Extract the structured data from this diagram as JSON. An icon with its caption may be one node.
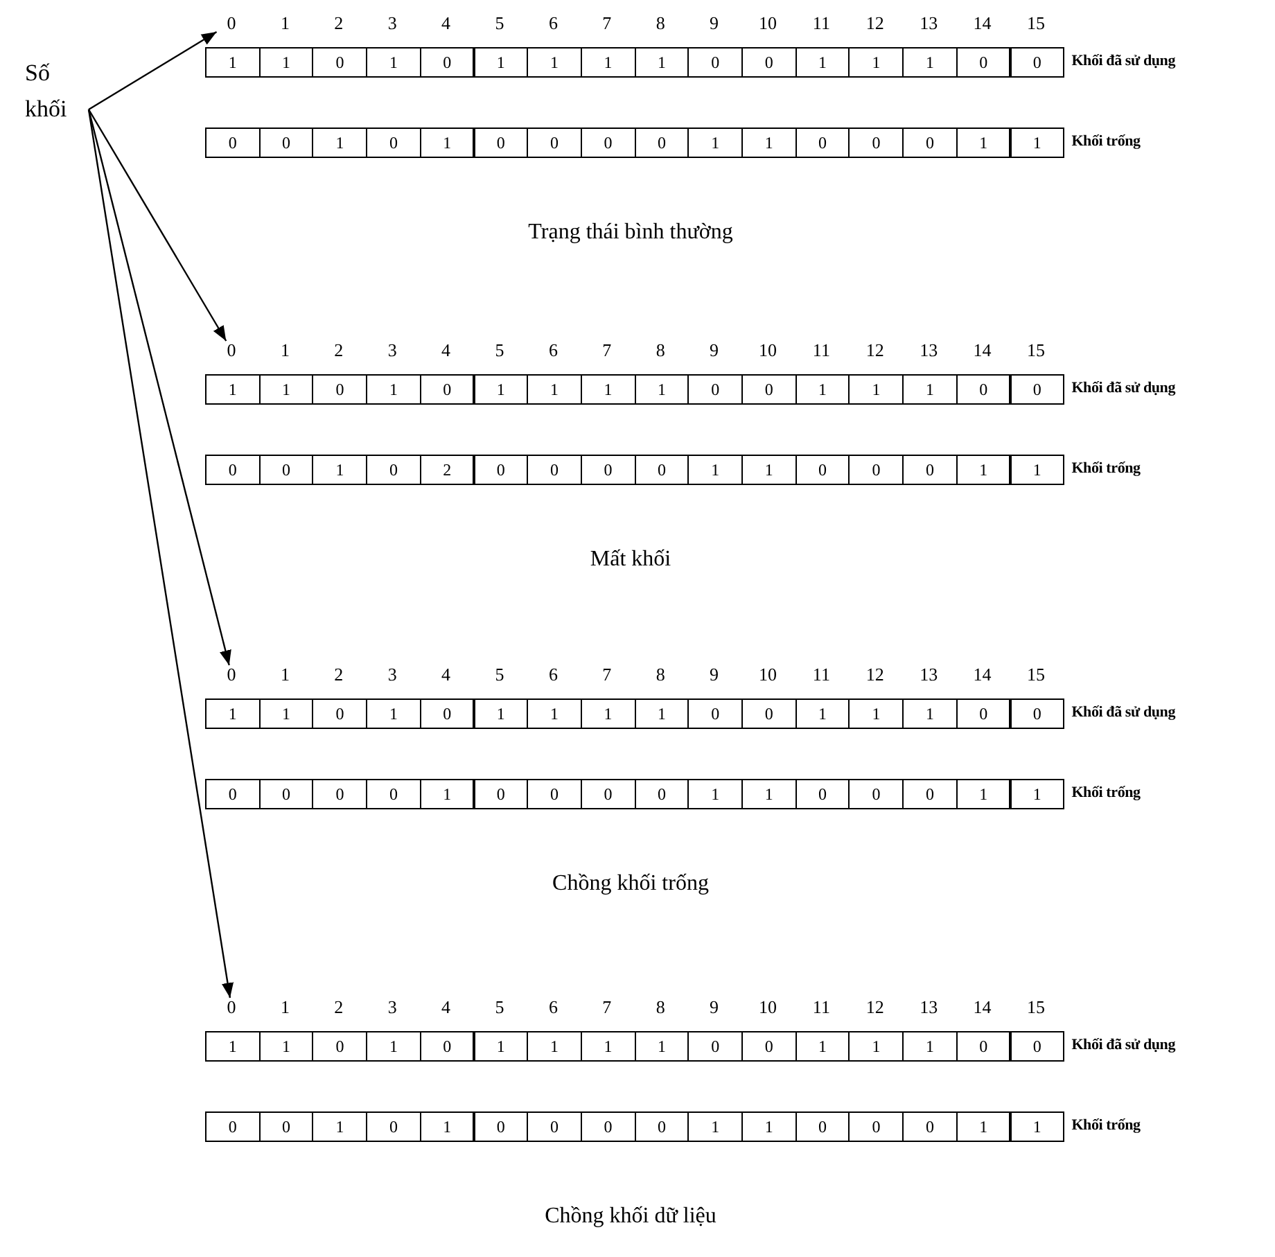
{
  "diagram": {
    "nodes": [
      {
        "text": [
          "Số khối"
        ]
      },
      {
        "text": [
          "0"
        ]
      },
      {
        "text": [
          "0"
        ]
      },
      {
        "text": [
          "0"
        ]
      },
      {
        "text": [
          "0"
        ]
      }
    ],
    "edges": [
      {
        "from": 0,
        "to": 1,
        "arrow": "to"
      },
      {
        "from": 0,
        "to": 2,
        "arrow": "to"
      },
      {
        "from": 0,
        "to": 3,
        "arrow": "to"
      },
      {
        "from": 0,
        "to": 4,
        "arrow": "to"
      }
    ],
    "labels": [
      "1",
      "2",
      "3",
      "4",
      "5",
      "6",
      "7",
      "8",
      "9",
      "10",
      "11",
      "12",
      "13",
      "14",
      "15",
      "1",
      "1",
      "0",
      "1",
      "0",
      "1",
      "1",
      "1",
      "1",
      "0",
      "0",
      "1",
      "1",
      "1",
      "0",
      "0",
      "Khối đã sử dụng",
      "0",
      "0",
      "1",
      "0",
      "1",
      "0",
      "0",
      "0",
      "0",
      "1",
      "1",
      "0",
      "0",
      "0",
      "1",
      "1",
      "Khối trống",
      "Trạng thái bình thường",
      "1",
      "2",
      "3",
      "4",
      "5",
      "6",
      "7",
      "8",
      "9",
      "10",
      "11",
      "12",
      "13",
      "14",
      "15",
      "1",
      "1",
      "0",
      "1",
      "0",
      "1",
      "1",
      "1",
      "1",
      "0",
      "0",
      "1",
      "1",
      "1",
      "0",
      "0",
      "Khối đã sử dụng",
      "0",
      "0",
      "1",
      "0",
      "2",
      "0",
      "0",
      "0",
      "0",
      "1",
      "1",
      "0",
      "0",
      "0",
      "1",
      "1",
      "Khối trống",
      "Mất khối",
      "1",
      "2",
      "3",
      "4",
      "5",
      "6",
      "7",
      "8",
      "9",
      "10",
      "11",
      "12",
      "13",
      "14",
      "15",
      "1",
      "1",
      "0",
      "1",
      "0",
      "1",
      "1",
      "1",
      "1",
      "0",
      "0",
      "1",
      "1",
      "1",
      "0",
      "0",
      "Khối đã sử dụng",
      "0",
      "0",
      "0",
      "0",
      "1",
      "0",
      "0",
      "0",
      "0",
      "1",
      "1",
      "0",
      "0",
      "0",
      "1",
      "1",
      "Khối trống",
      "Chồng khối trống",
      "1",
      "2",
      "3",
      "4",
      "5",
      "6",
      "7",
      "8",
      "9",
      "10",
      "11",
      "12",
      "13",
      "14",
      "15",
      "1",
      "1",
      "0",
      "1",
      "0",
      "1",
      "1",
      "1",
      "1",
      "0",
      "0",
      "1",
      "1",
      "1",
      "0",
      "0",
      "Khối đã sử dụng",
      "0",
      "0",
      "1",
      "0",
      "1",
      "0",
      "0",
      "0",
      "0",
      "1",
      "1",
      "0",
      "0",
      "0",
      "1",
      "1",
      "Khối trống",
      "Chồng khối dữ liệu"
    ]
  }
}
